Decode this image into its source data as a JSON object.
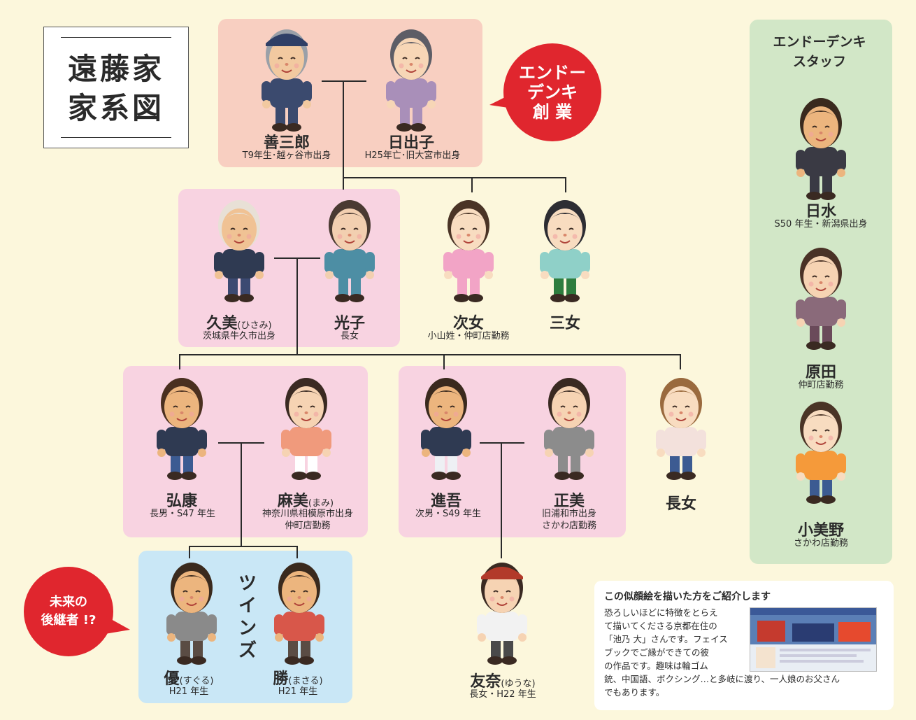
{
  "title": {
    "line1": "遠藤家",
    "line2": "家系図"
  },
  "founding_badge": {
    "line1": "エンドー",
    "line2": "デンキ",
    "line3": "創 業"
  },
  "future_badge": {
    "line1": "未来の",
    "line2": "後継者 !?"
  },
  "twins_label": [
    "ツ",
    "イ",
    "ン",
    "ズ"
  ],
  "people": {
    "zensaburo": {
      "name": "善三郎",
      "sub": "T9年生･越ヶ谷市出身"
    },
    "hideko": {
      "name": "日出子",
      "sub": "H25年亡･旧大宮市出身"
    },
    "hisami": {
      "name": "久美",
      "reading": "(ひさみ)",
      "sub": "茨城県牛久市出身"
    },
    "mitsuko": {
      "name": "光子",
      "sub": "長女"
    },
    "jijo": {
      "name": "次女",
      "sub": "小山姓・仲町店勤務"
    },
    "sanjo": {
      "name": "三女",
      "sub": ""
    },
    "hiroyasu": {
      "name": "弘康",
      "sub": "長男・S47 年生"
    },
    "mami": {
      "name": "麻美",
      "reading": "(まみ)",
      "sub1": "神奈川県相模原市出身",
      "sub2": "仲町店勤務"
    },
    "shingo": {
      "name": "進吾",
      "sub": "次男・S49 年生"
    },
    "masami": {
      "name": "正美",
      "sub1": "旧浦和市出身",
      "sub2": "さかわ店勤務"
    },
    "chojo_child": {
      "name": "長女"
    },
    "suguru": {
      "name": "優",
      "reading": "(すぐる)",
      "sub": "H21 年生"
    },
    "masaru": {
      "name": "勝",
      "reading": "(まさる)",
      "sub": "H21 年生"
    },
    "yuna": {
      "name": "友奈",
      "reading": "(ゆうな)",
      "sub": "長女・H22 年生"
    }
  },
  "staff": {
    "title1": "エンドーデンキ",
    "title2": "スタッフ",
    "members": [
      {
        "name": "日水",
        "sub": "S50 年生・新潟県出身"
      },
      {
        "name": "原田",
        "sub": "仲町店勤務"
      },
      {
        "name": "小美野",
        "sub": "さかわ店勤務"
      }
    ]
  },
  "intro": {
    "heading": "この似顔絵を描いた方をご紹介します",
    "l1": "恐ろしいほどに特徴をとらえ",
    "l2": "て描いてくださる京都在住の",
    "l3": "「池乃 大」さんです。フェイス",
    "l4": "ブックでご縁ができての彼",
    "l5": "の作品です。趣味は輪ゴム",
    "l6": "銃、中国語、ボクシング…と多岐に渡り、一人娘のお父さん",
    "l7": "でもあります。"
  },
  "colors": {
    "badge": "#e0262e",
    "peach": "#f8cfc1",
    "pink": "#f8d3e1",
    "blue": "#c9e7f6",
    "green": "#d2e7c7",
    "background": "#fcf7dc"
  }
}
